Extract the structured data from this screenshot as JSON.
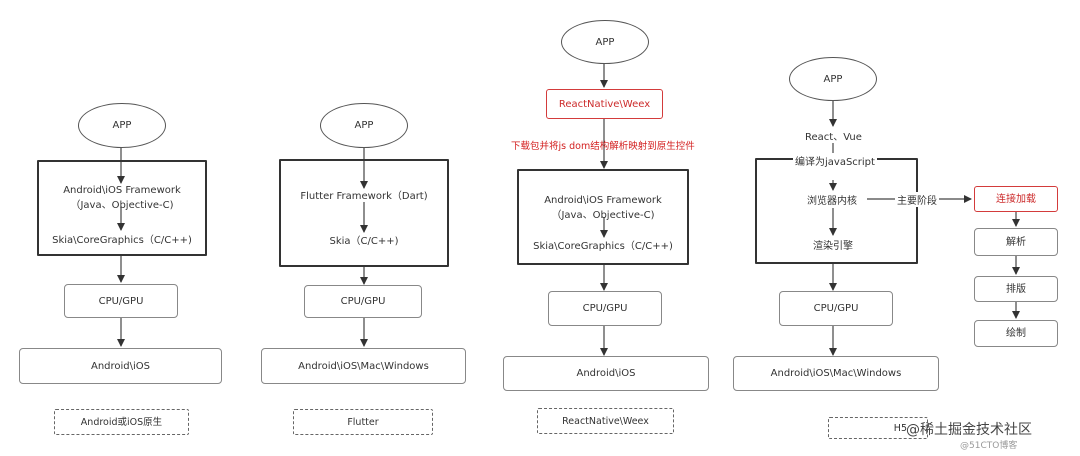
{
  "columns": [
    {
      "app": "APP",
      "framework_lines": [
        "Android\\iOS Framework",
        "（Java、Objective-C)"
      ],
      "graphics": "Skia\\CoreGraphics（C/C++)",
      "cpu": "CPU/GPU",
      "platform": "Android\\iOS",
      "caption": "Android或iOS原生"
    },
    {
      "app": "APP",
      "framework": "Flutter Framework（Dart)",
      "graphics": "Skia（C/C++)",
      "cpu": "CPU/GPU",
      "platform": "Android\\iOS\\Mac\\Windows",
      "caption": "Flutter"
    },
    {
      "app": "APP",
      "bridge": "ReactNative\\Weex",
      "bridge_note": "下载包并将js dom结构解析映射到原生控件",
      "framework_lines": [
        "Android\\iOS Framework",
        "（Java、Objective-C)"
      ],
      "graphics": "Skia\\CoreGraphics（C/C++)",
      "cpu": "CPU/GPU",
      "platform": "Android\\iOS",
      "caption": "ReactNative\\Weex"
    },
    {
      "app": "APP",
      "source": "React、Vue",
      "compile_label": "编译为javaScript",
      "kernel": "浏览器内核",
      "render": "渲染引擎",
      "cpu": "CPU/GPU",
      "platform": "Android\\iOS\\Mac\\Windows",
      "caption": "H5",
      "main_stage_label": "主要阶段",
      "stages": [
        "连接加载",
        "解析",
        "排版",
        "绘制"
      ]
    }
  ],
  "watermark": {
    "text": "@稀土掘金技术社区",
    "small": "@51CTO博客"
  }
}
